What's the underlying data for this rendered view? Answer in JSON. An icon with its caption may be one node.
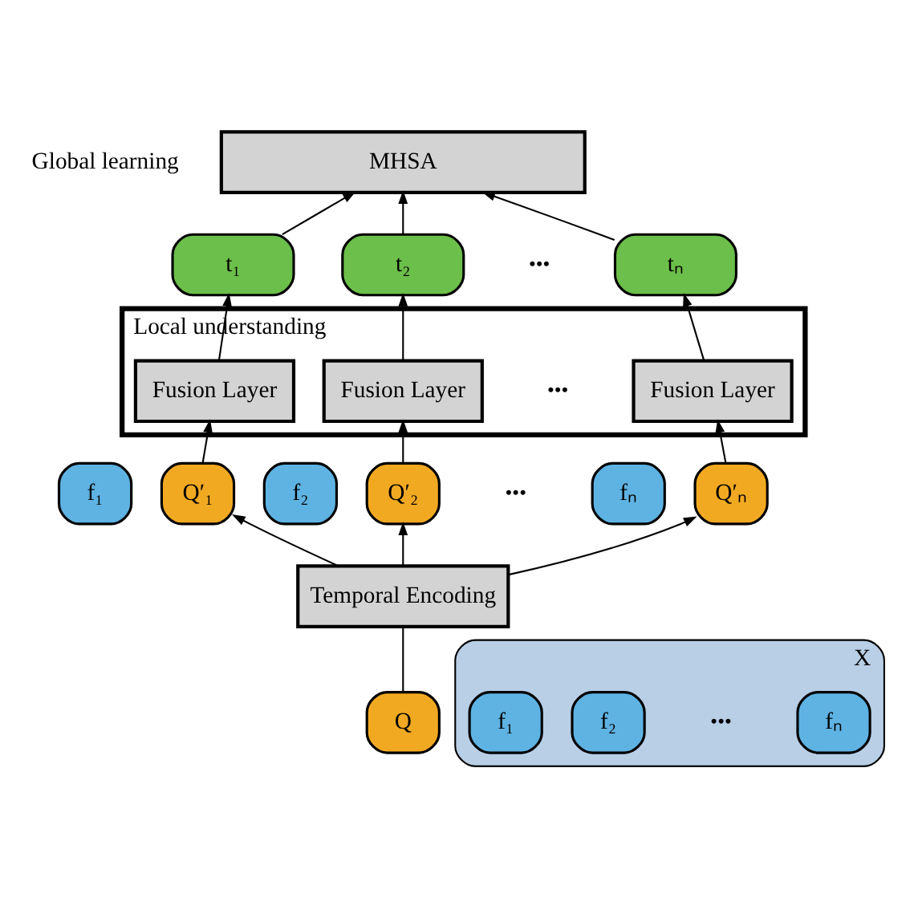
{
  "diagram": {
    "nodes": [
      {
        "text": [
          "MHSA"
        ]
      },
      {
        "text": [
          "t₁"
        ]
      },
      {
        "text": [
          "t₂"
        ]
      },
      {
        "text": [
          "tₙ"
        ]
      },
      {
        "text": [
          "Local understanding"
        ]
      },
      {
        "text": [
          "Fusion Layer"
        ],
        "in": 4
      },
      {
        "text": [
          "Fusion Layer"
        ],
        "in": 4
      },
      {
        "text": [
          "Fusion Layer"
        ],
        "in": 4
      },
      {
        "text": [
          "f₁"
        ]
      },
      {
        "text": [
          "Q′₁"
        ]
      },
      {
        "text": [
          "f₂"
        ]
      },
      {
        "text": [
          "Q′₂"
        ]
      },
      {
        "text": [
          "fₙ"
        ]
      },
      {
        "text": [
          "Q′ₙ"
        ]
      },
      {
        "text": [
          "X"
        ]
      },
      {
        "text": [
          "f₁"
        ],
        "in": 14
      },
      {
        "text": [
          "f₂"
        ],
        "in": 14
      },
      {
        "text": [
          "fₙ"
        ],
        "in": 14
      },
      {
        "text": [
          "Temporal Encoding"
        ]
      },
      {
        "text": [
          "Q"
        ]
      }
    ],
    "edges": [
      {
        "from": 1,
        "to": 0,
        "arrow": "to"
      },
      {
        "from": 2,
        "to": 0,
        "arrow": "to"
      },
      {
        "from": 3,
        "to": 0,
        "arrow": "to"
      },
      {
        "from": 5,
        "to": 1,
        "arrow": "to"
      },
      {
        "from": 6,
        "to": 2,
        "arrow": "to"
      },
      {
        "from": 7,
        "to": 3,
        "arrow": "to"
      },
      {
        "from": 9,
        "to": 5,
        "arrow": "to"
      },
      {
        "from": 11,
        "to": 6,
        "arrow": "to"
      },
      {
        "from": 13,
        "to": 7,
        "arrow": "to"
      },
      {
        "from": 18,
        "to": 9,
        "arrow": "to"
      },
      {
        "from": 18,
        "to": 11,
        "arrow": "to"
      },
      {
        "from": 18,
        "to": 13,
        "arrow": "to"
      },
      {
        "from": 19,
        "to": 18,
        "arrow": "none"
      }
    ],
    "labels": [
      "Global learning",
      "•••",
      "•••",
      "•••",
      "•••"
    ]
  }
}
